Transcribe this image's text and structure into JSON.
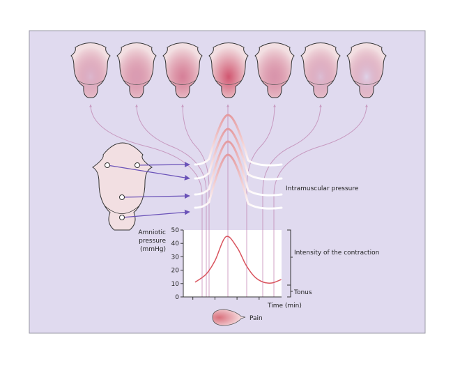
{
  "labels": {
    "intramuscular": "Intramuscular pressure",
    "y_axis_line1": "Amniotic",
    "y_axis_line2": "pressure",
    "y_axis_line3": "(mmHg)",
    "intensity": "Intensity of the contraction",
    "tonus": "Tonus",
    "time": "Time (min)",
    "pain": "Pain"
  },
  "colors": {
    "background": "#e0daef",
    "uterus": "#f2dfe2",
    "curve": "#d9545e",
    "arrow": "#6a52b8",
    "guide": "#c79ac0"
  },
  "uterus_intensity": [
    0.25,
    0.45,
    0.65,
    0.95,
    0.5,
    0.2,
    0.05
  ],
  "chart_data": {
    "type": "line",
    "ylabel": "Amniotic pressure (mmHg)",
    "xlabel": "Time (min)",
    "ylim": [
      0,
      50
    ],
    "yticks": [
      0,
      10,
      20,
      30,
      40,
      50
    ],
    "ytick_labels": [
      "0",
      "10",
      "20",
      "30",
      "40",
      "50"
    ],
    "series": [
      {
        "name": "Amniotic pressure",
        "x": [
          1.1,
          1.6,
          2.0,
          2.5,
          3.0,
          3.4,
          3.8,
          4.2,
          4.6,
          5.0
        ],
        "y": [
          11,
          17,
          27,
          45,
          37,
          24,
          15,
          11,
          10.5,
          13
        ]
      }
    ],
    "tonus": 10,
    "peak": 46
  }
}
